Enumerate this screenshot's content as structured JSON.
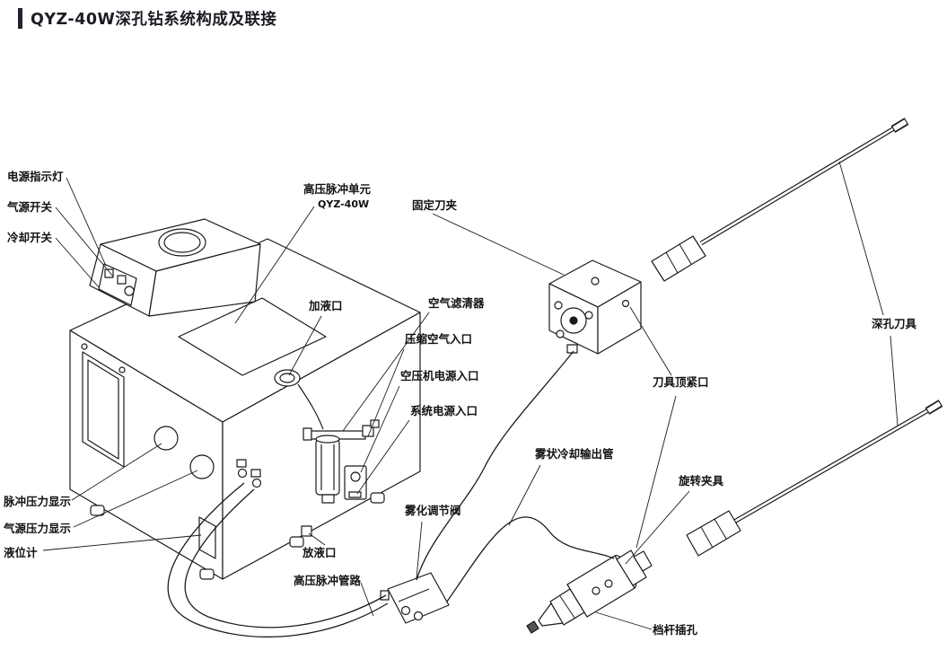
{
  "page": {
    "title": "QYZ-40W深孔钻系统构成及联接",
    "background_color": "#ffffff",
    "ink_color": "#1a1a1a"
  },
  "labels": {
    "power_indicator": "电源指示灯",
    "air_switch": "气源开关",
    "cooling_switch": "冷却开关",
    "hp_pulse_unit": "高压脉冲单元",
    "hp_pulse_unit_model": "QYZ-40W",
    "fixed_tool_holder": "固定刀夹",
    "filler_port": "加液口",
    "air_filter": "空气滤清器",
    "compressed_air_inlet": "压缩空气入口",
    "compressor_power_inlet": "空压机电源入口",
    "system_power_inlet": "系统电源入口",
    "deep_hole_tool": "深孔刀具",
    "tool_clamp_port": "刀具顶紧口",
    "mist_cooling_outlet_pipe": "雾状冷却输出管",
    "rotary_fixture": "旋转夹具",
    "atomization_valve": "雾化调节阀",
    "pulse_pressure_display": "脉冲压力显示",
    "air_pressure_display": "气源压力显示",
    "liquid_level_gauge": "液位计",
    "drain_port": "放液口",
    "hp_pulse_pipeline": "高压脉冲管路",
    "lever_socket": "档杆插孔"
  }
}
